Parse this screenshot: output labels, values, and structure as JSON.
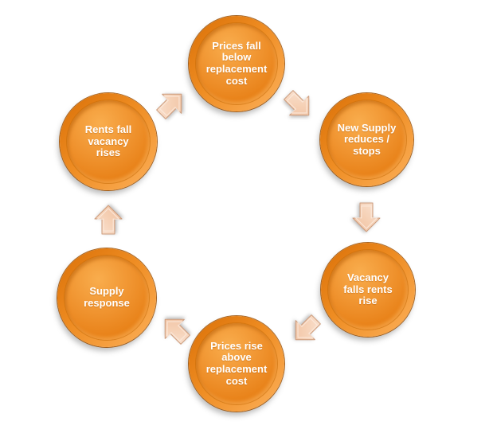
{
  "diagram": {
    "type": "cycle",
    "direction": "clockwise",
    "background_color": "#ffffff",
    "node_fill_color": "#ee8c22",
    "node_edge_color": "#9a4e00",
    "node_text_color": "#ffffff",
    "arrow_fill_color": "#f6d2b8",
    "arrow_edge_color": "#cd9c7c",
    "nodes": [
      {
        "id": "prices-fall-below",
        "position": "top",
        "label": "Prices fall\nbelow\nreplacement\ncost"
      },
      {
        "id": "new-supply-reduces",
        "position": "top-right",
        "label": "New Supply\nreduces /\nstops"
      },
      {
        "id": "vacancy-falls-rents-rise",
        "position": "bottom-right",
        "label": "Vacancy\nfalls rents\nrise"
      },
      {
        "id": "prices-rise-above",
        "position": "bottom",
        "label": "Prices rise\nabove\nreplacement\ncost"
      },
      {
        "id": "supply-response",
        "position": "bottom-left",
        "label": "Supply\nresponse"
      },
      {
        "id": "rents-fall-vacancy-rises",
        "position": "top-left",
        "label": "Rents fall\nvacancy\nrises"
      }
    ],
    "arrows": [
      {
        "id": "arrow-1",
        "from": "rents-fall-vacancy-rises",
        "to": "prices-fall-below",
        "direction": "up-right"
      },
      {
        "id": "arrow-2",
        "from": "prices-fall-below",
        "to": "new-supply-reduces",
        "direction": "down-right"
      },
      {
        "id": "arrow-3",
        "from": "new-supply-reduces",
        "to": "vacancy-falls-rents-rise",
        "direction": "down"
      },
      {
        "id": "arrow-4",
        "from": "vacancy-falls-rents-rise",
        "to": "prices-rise-above",
        "direction": "down-left"
      },
      {
        "id": "arrow-5",
        "from": "prices-rise-above",
        "to": "supply-response",
        "direction": "up-left"
      },
      {
        "id": "arrow-6",
        "from": "supply-response",
        "to": "rents-fall-vacancy-rises",
        "direction": "up"
      }
    ]
  }
}
